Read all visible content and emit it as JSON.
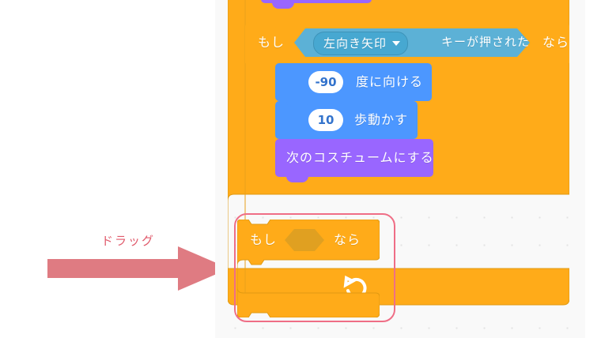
{
  "annotation": {
    "drag_label": "ドラッグ",
    "arrow_icon": "right-arrow-icon",
    "arrow_color": "#df7b82",
    "label_color": "#e05a6b"
  },
  "workspace": {
    "background_color": "#f9f9f9",
    "grid_dot_color": "#e3e3e3",
    "grid_spacing": 35
  },
  "palette": {
    "control_orange": "#ffab19",
    "control_orange_dark": "#e0a021",
    "control_stroke": "#cf8b17",
    "sensing_blue": "#5cb1d6",
    "sensing_blue_dark": "#47a8d1",
    "motion_blue": "#4c97ff",
    "looks_purple": "#9966ff",
    "highlight_pink": "#ef6e86"
  },
  "script": {
    "top_partial_block": {
      "name": "looks-block-partial",
      "color": "#9966ff"
    },
    "if_key_pressed": {
      "prefix_label": "もし",
      "suffix_label": "なら",
      "condition": {
        "key_dropdown_value": "左向き矢印",
        "dropdown_icon": "chevron-down-icon",
        "predicate_label": "キーが押された"
      },
      "body": [
        {
          "id": "point-in-direction",
          "category": "motion",
          "value": "-90",
          "label": "度に向ける"
        },
        {
          "id": "move-steps",
          "category": "motion",
          "value": "10",
          "label": "歩動かす"
        },
        {
          "id": "next-costume",
          "category": "looks",
          "label": "次のコスチュームにする"
        }
      ]
    },
    "dragged_if_block": {
      "prefix_label": "もし",
      "suffix_label": "なら",
      "condition_slot": "empty-hexagon",
      "highlighted": true
    },
    "loop_arrow_icon": "loop-arrow-icon"
  }
}
